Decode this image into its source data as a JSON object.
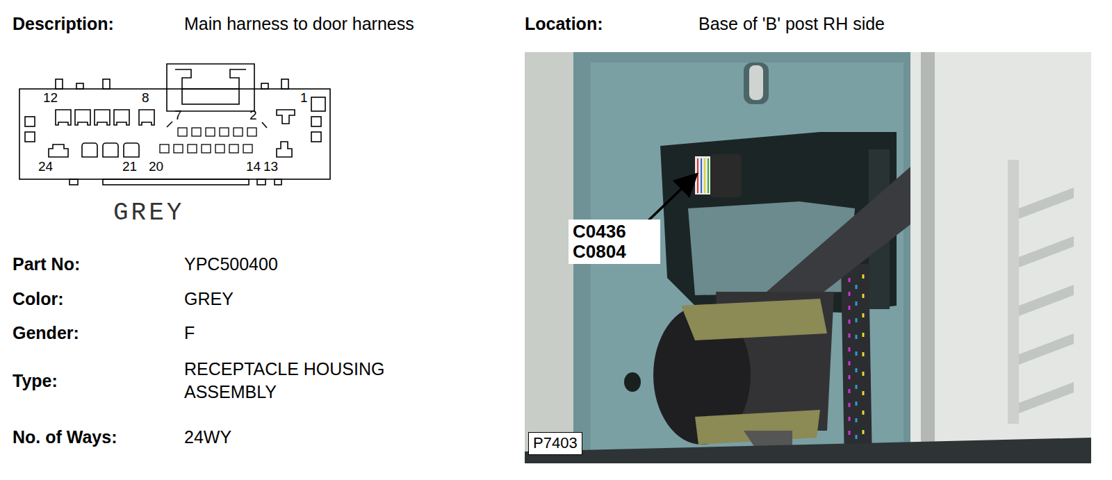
{
  "diagram": {
    "nodes": [
      {
        "text": [
          "C0436 C0804"
        ]
      },
      {
        "text": [
          "P7403"
        ]
      }
    ],
    "labels": [
      "Description:",
      "Main harness to door harness",
      "Location:",
      "Base of 'B' post RH side",
      "12",
      "8",
      "1",
      "2",
      "7",
      "24",
      "21",
      "20",
      "14",
      "13",
      "GREY",
      "Part No:",
      "YPC500400",
      "Color:",
      "GREY",
      "Gender:",
      "F",
      "Type:",
      "RECEPTACLE HOUSING ASSEMBLY",
      "No. of Ways:",
      "24WY"
    ]
  }
}
